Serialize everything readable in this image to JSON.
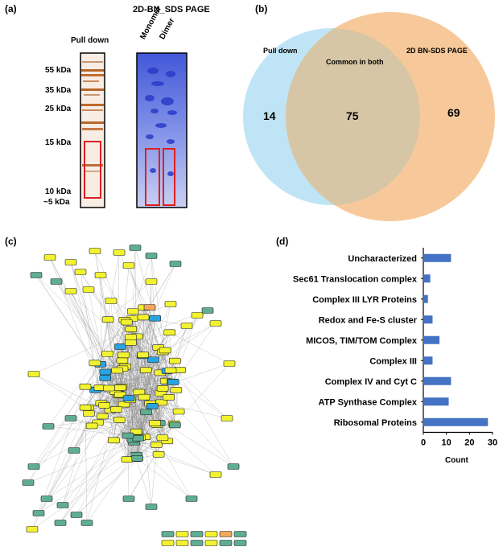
{
  "panels": {
    "a": {
      "label": "(a)",
      "header": "2D-BN_SDS PAGE",
      "pulldown_title": "Pull down",
      "lane_labels": [
        "Monomer",
        "Dimer"
      ],
      "markers": [
        "55 kDa",
        "35 kDa",
        "25 kDa",
        "15 kDa",
        "10 kDa",
        "~5 kDa"
      ]
    },
    "b": {
      "label": "(b)",
      "left_set": "Pull down",
      "right_set": "2D BN-SDS PAGE",
      "overlap_label": "Common in both",
      "left_only": "14",
      "both": "75",
      "right_only": "69",
      "colors": {
        "left": "#bfe4f5",
        "right": "#f7c99a",
        "overlap": "#d9c9a8"
      }
    },
    "c": {
      "label": "(c)",
      "node_colors": {
        "yellow": "#f2f230",
        "teal": "#5fae93",
        "blue": "#2aa3e0",
        "orange": "#f2a85b"
      }
    },
    "d": {
      "label": "(d)"
    }
  },
  "chart_data": {
    "type": "bar",
    "orientation": "horizontal",
    "categories": [
      "Uncharacterized",
      "Sec61 Translocation complex",
      "Complex III LYR Proteins",
      "Redox and Fe-S cluster",
      "MICOS, TIM/TOM Complex",
      "Complex III",
      "Complex IV and Cyt C",
      "ATP Synthase Complex",
      "Ribosomal Proteins"
    ],
    "values": [
      12,
      3,
      2,
      4,
      7,
      4,
      12,
      11,
      28
    ],
    "xlabel": "Count",
    "xlim": [
      0,
      30
    ],
    "xticks": [
      0,
      10,
      20,
      30
    ],
    "color": "#4472c4",
    "grid": false
  }
}
